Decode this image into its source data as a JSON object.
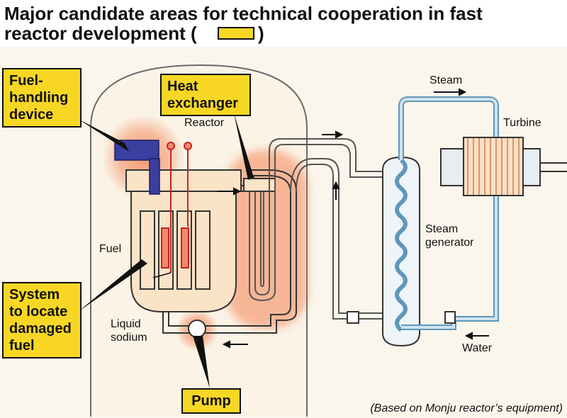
{
  "title": {
    "line1": "Major candidate areas for technical cooperation in fast",
    "line2": "reactor development (",
    "line2_close": ")"
  },
  "callouts": {
    "fuel_handling": "Fuel-\nhandling\ndevice",
    "heat_exchanger": "Heat\nexchanger",
    "locate_fuel": "System\nto locate\ndamaged\nfuel",
    "pump": "Pump"
  },
  "labels": {
    "reactor": "Reactor",
    "fuel": "Fuel",
    "liquid_sodium": "Liquid\nsodium",
    "steam": "Steam",
    "turbine": "Turbine",
    "steam_generator": "Steam\ngenerator",
    "water": "Water"
  },
  "note": "(Based on Monju reactor’s equipment)",
  "colors": {
    "highlight": "#f7d724",
    "glow": "#f47a4a",
    "steam_loop": "#cfe3ef",
    "sodium": "#fbe3c7",
    "fuel_handler": "#3a3fa0"
  }
}
